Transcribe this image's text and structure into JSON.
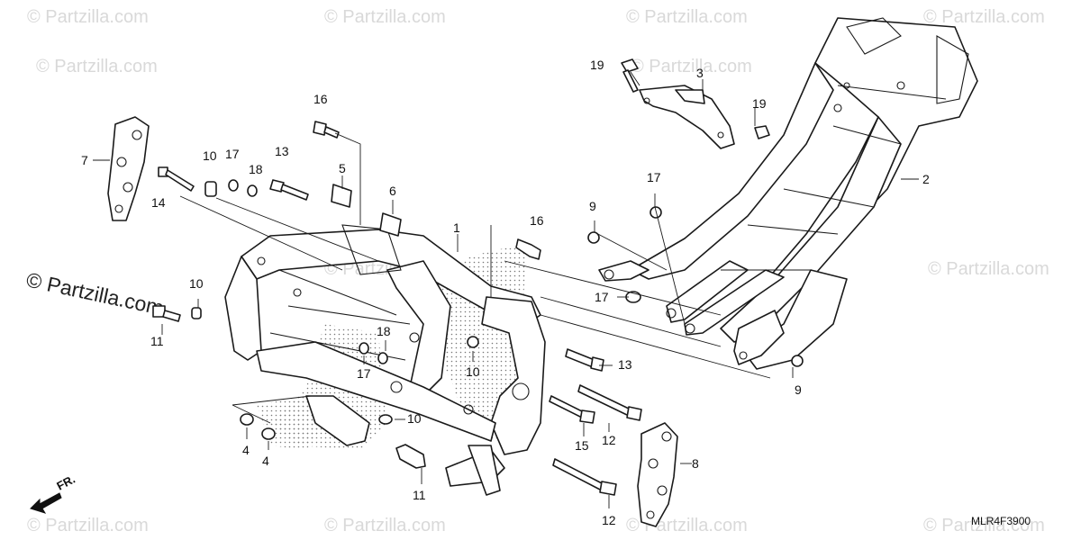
{
  "watermark": {
    "text": "© Partzilla.com",
    "color": "#d9d9d9"
  },
  "diagram_code": "MLR4F3900",
  "front_indicator": "FR.",
  "callouts": {
    "c1": "1",
    "c2": "2",
    "c3": "3",
    "c4a": "4",
    "c4b": "4",
    "c5": "5",
    "c6": "6",
    "c7": "7",
    "c8": "8",
    "c9a": "9",
    "c9b": "9",
    "c10a": "10",
    "c10b": "10",
    "c10c": "10",
    "c10d": "10",
    "c11a": "11",
    "c11b": "11",
    "c12a": "12",
    "c12b": "12",
    "c13a": "13",
    "c13b": "13",
    "c14": "14",
    "c15": "15",
    "c16a": "16",
    "c16b": "16",
    "c17a": "17",
    "c17b": "17",
    "c17c": "17",
    "c17d": "17",
    "c18a": "18",
    "c18b": "18",
    "c19a": "19",
    "c19b": "19"
  }
}
